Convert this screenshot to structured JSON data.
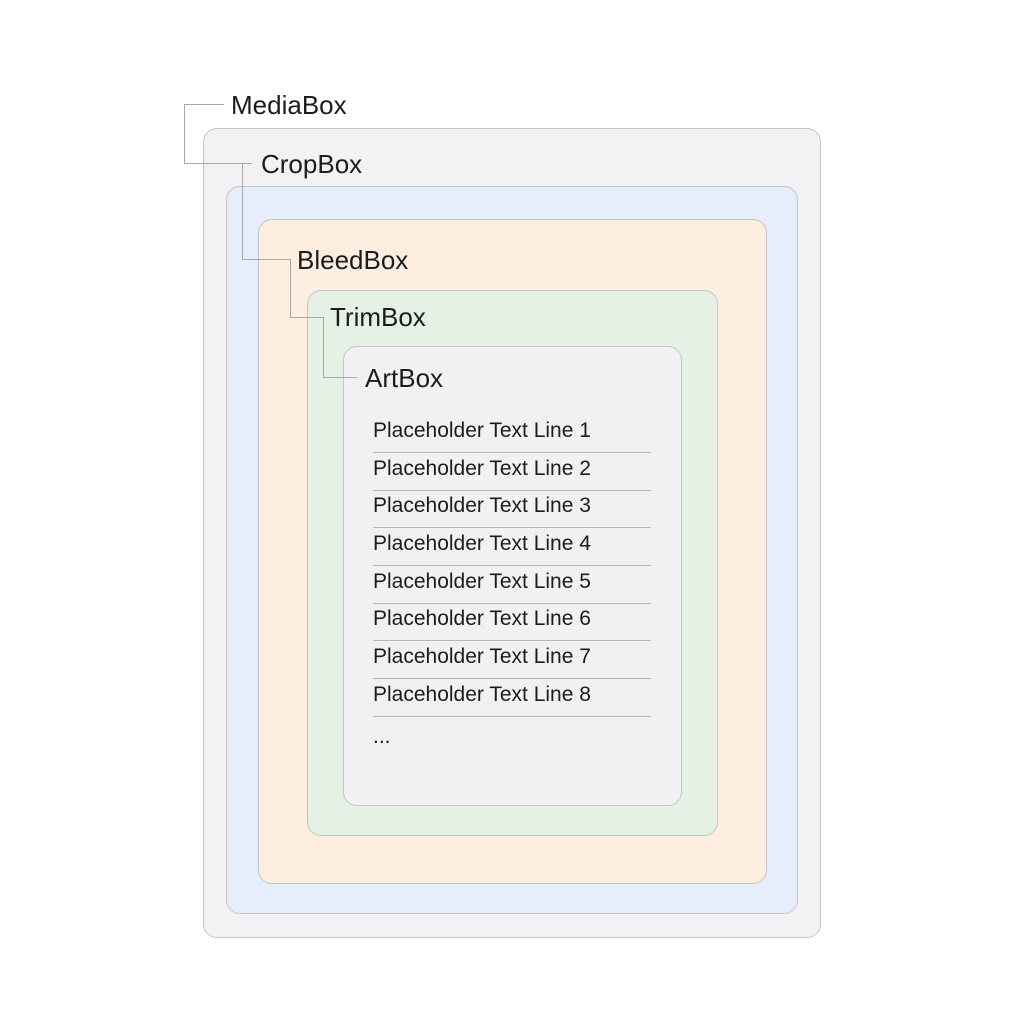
{
  "boxes": {
    "media": {
      "label": "MediaBox",
      "color": "#f2f2f4"
    },
    "crop": {
      "label": "CropBox",
      "color": "#e6eefb"
    },
    "bleed": {
      "label": "BleedBox",
      "color": "#fdeedf"
    },
    "trim": {
      "label": "TrimBox",
      "color": "#e5f1e4"
    },
    "art": {
      "label": "ArtBox",
      "color": "#f1f1f3"
    }
  },
  "content": {
    "lines": [
      "Placeholder Text Line 1",
      "Placeholder Text Line 2",
      "Placeholder Text Line 3",
      "Placeholder Text Line 4",
      "Placeholder Text Line 5",
      "Placeholder Text Line 6",
      "Placeholder Text Line 7",
      "Placeholder Text Line 8"
    ],
    "ellipsis": "..."
  }
}
